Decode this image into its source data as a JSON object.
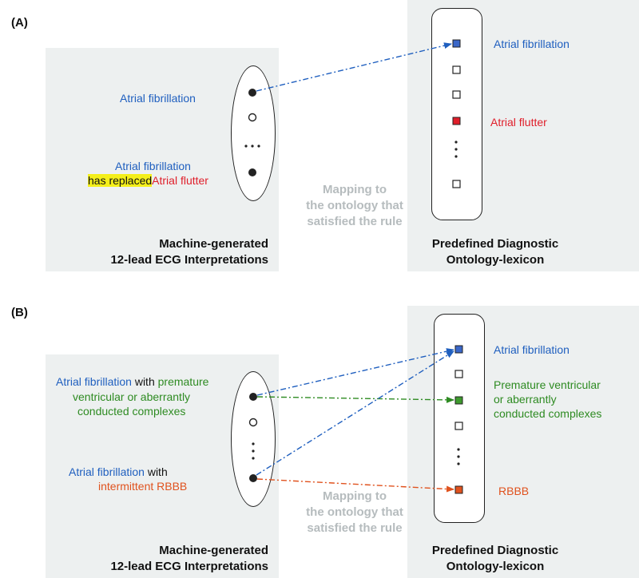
{
  "panel_a": {
    "label": "(A)",
    "left_items": {
      "item1": "Atrial fibrillation",
      "item2_line1": "Atrial fibrillation",
      "item2_highlight": "has replaced",
      "item2_flutter": "Atrial flutter"
    },
    "left_caption_line1": "Machine-generated",
    "left_caption_line2": "12-lead ECG Interpretations",
    "mapping_line1": "Mapping to",
    "mapping_line2": "the ontology that",
    "mapping_line3": "satisfied the rule",
    "right_items": {
      "item1": "Atrial fibrillation",
      "item2": "Atrial flutter"
    },
    "right_caption_line1": "Predefined Diagnostic",
    "right_caption_line2": "Ontology-lexicon"
  },
  "panel_b": {
    "label": "(B)",
    "left_items": {
      "item1_af": "Atrial fibrillation",
      "item1_with": "with",
      "item1_pvc1": "premature",
      "item1_pvc2": "ventricular or aberrantly",
      "item1_pvc3": "conducted complexes",
      "item2_af": "Atrial fibrillation",
      "item2_with": "with",
      "item2_rbbb": "intermittent RBBB"
    },
    "left_caption_line1": "Machine-generated",
    "left_caption_line2": "12-lead ECG Interpretations",
    "mapping_line1": "Mapping to",
    "mapping_line2": "the ontology that",
    "mapping_line3": "satisfied the rule",
    "right_items": {
      "item1": "Atrial fibrillation",
      "item2_line1": "Premature ventricular",
      "item2_line2": "or aberrantly",
      "item2_line3": "conducted complexes",
      "item3": "RBBB"
    },
    "right_caption_line1": "Predefined Diagnostic",
    "right_caption_line2": "Ontology-lexicon"
  },
  "colors": {
    "blue": "#1f5fbf",
    "red": "#e01e2a",
    "green": "#2e8b22",
    "orange": "#e0521e",
    "highlight": "#f4ef1a",
    "panel_bg": "#edf0f0",
    "mapping_text": "#b6bcbe"
  }
}
